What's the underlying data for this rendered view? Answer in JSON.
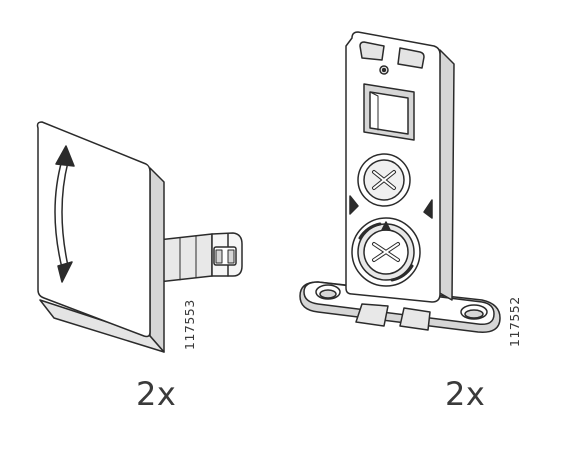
{
  "parts": [
    {
      "id": "cover-cap",
      "icon": "cover-cap-with-peg-icon",
      "code": "117553",
      "quantity": "2x"
    },
    {
      "id": "mounting-bracket",
      "icon": "cam-lock-bracket-icon",
      "code": "117552",
      "quantity": "2x"
    }
  ],
  "colors": {
    "line": "#2b2b2b",
    "fill": "#ffffff",
    "shade": "#d6d6d6",
    "text": "#3a3a3a"
  }
}
